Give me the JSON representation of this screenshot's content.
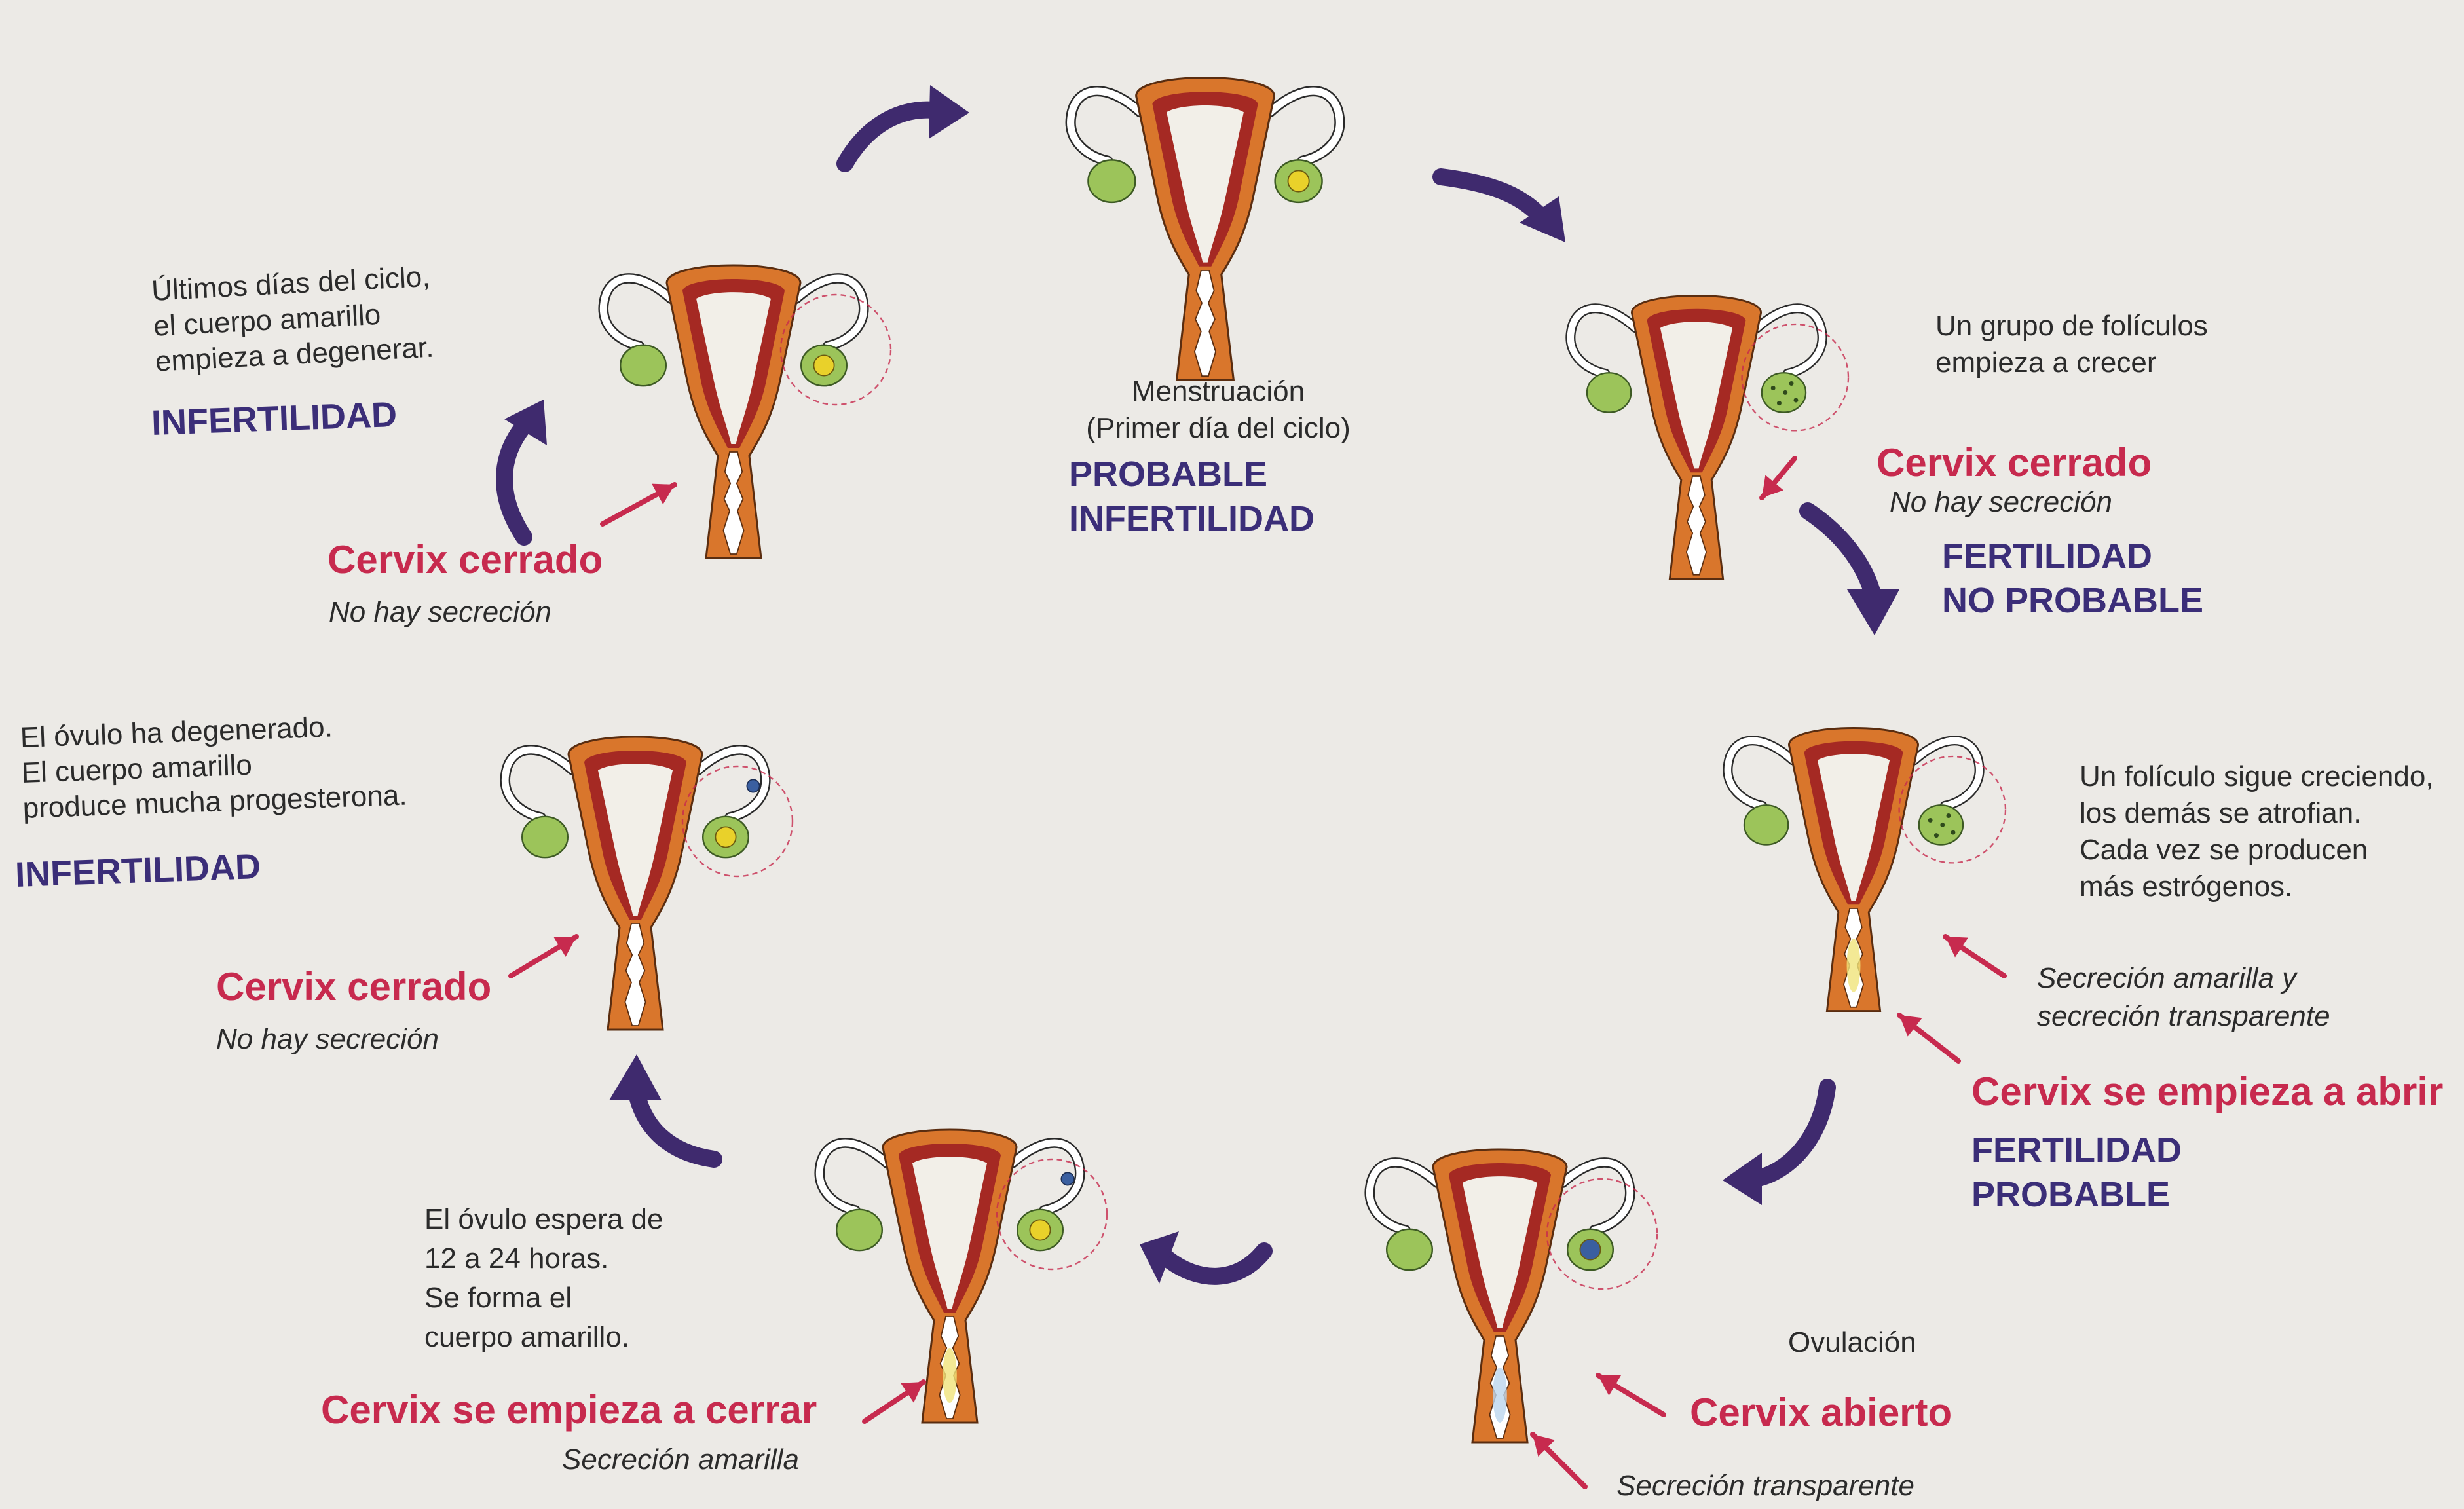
{
  "colors": {
    "background": "#eceae6",
    "uterus_orange": "#d9762c",
    "endometrium_red": "#9b1c22",
    "ovary_green": "#9cc45a",
    "follicle_yellow": "#e9d12a",
    "ovum_blue": "#3a5fa0",
    "cycle_arrow_purple": "#3f2a6e",
    "pointer_red": "#c72a4e",
    "status_text_purple": "#3b2e78",
    "cervix_text_red": "#c72a4e"
  },
  "stages": [
    {
      "id": "menstruacion",
      "description": "Menstruación\n(Primer día del ciclo)",
      "status": "PROBABLE\nINFERTILIDAD",
      "cervix": "",
      "secretion": ""
    },
    {
      "id": "foliculos-crecen",
      "description": "Un grupo de folículos\nempieza a crecer",
      "status": "FERTILIDAD\nNO PROBABLE",
      "cervix": "Cervix cerrado",
      "secretion": "No hay secreción"
    },
    {
      "id": "foliculo-dominante",
      "description": "Un folículo sigue creciendo,\nlos demás se atrofian.\nCada vez se producen\nmás estrógenos.",
      "status": "FERTILIDAD\nPROBABLE",
      "cervix": "Cervix se empieza a abrir",
      "secretion": "Secreción amarilla y\nsecreción transparente"
    },
    {
      "id": "ovulacion",
      "description": "Ovulación",
      "status": "",
      "cervix": "Cervix abierto",
      "secretion": "Secreción transparente"
    },
    {
      "id": "ovulo-espera",
      "description": "El óvulo espera de\n12 a 24 horas.\nSe forma el\ncuerpo amarillo.",
      "status": "",
      "cervix": "Cervix  se empieza a cerrar",
      "secretion": "Secreción amarilla"
    },
    {
      "id": "ovulo-degenerado",
      "description": "El óvulo ha degenerado.\nEl cuerpo amarillo\nproduce mucha progesterona.",
      "status": "INFERTILIDAD",
      "cervix": "Cervix cerrado",
      "secretion": "No hay secreción"
    },
    {
      "id": "ultimos-dias",
      "description": "Últimos días del ciclo,\nel cuerpo amarillo\nempieza a degenerar.",
      "status": "INFERTILIDAD",
      "cervix": "Cervix cerrado",
      "secretion": "No hay secreción"
    }
  ]
}
